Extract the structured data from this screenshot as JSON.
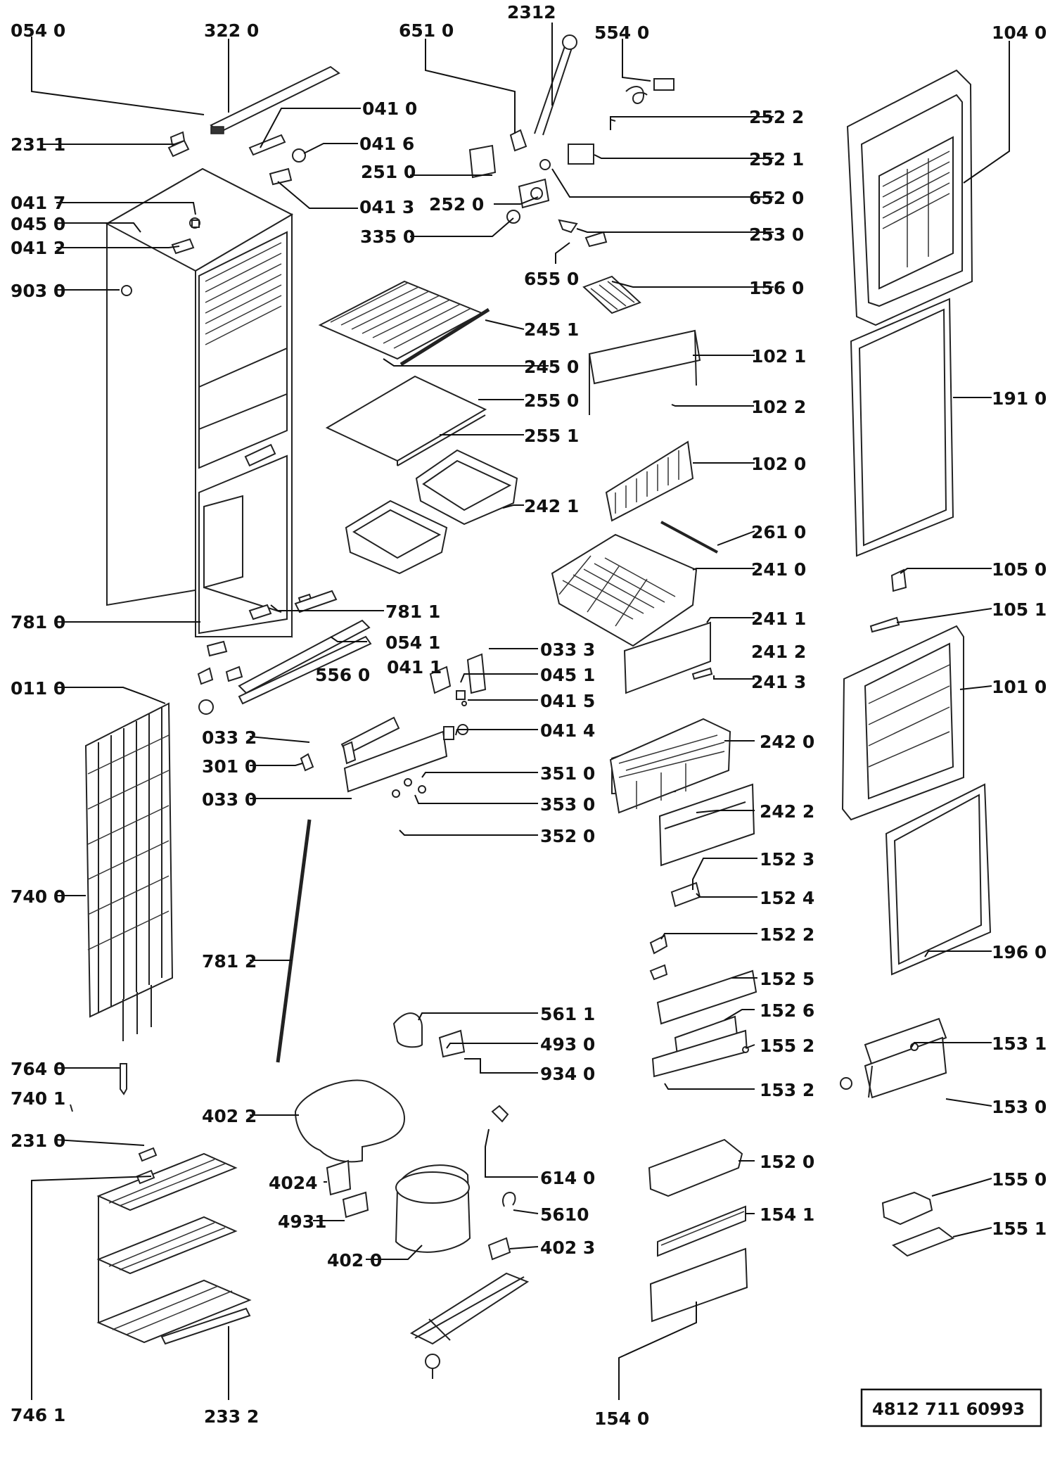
{
  "labels": {
    "l0540": "054 0",
    "l3220": "322 0",
    "l6510": "651 0",
    "l2312": "2312",
    "l5540": "554 0",
    "l1040": "104 0",
    "l0410": "041 0",
    "l2311": "231 1",
    "l0416": "041 6",
    "l2522": "252 2",
    "l2521": "252 1",
    "l2510": "251 0",
    "l0417": "041 7",
    "l0413": "041 3",
    "l2520": "252 0",
    "l6520": "652 0",
    "l0450": "045 0",
    "l0412": "041 2",
    "l3350": "335 0",
    "l2530": "253 0",
    "l9030": "903 0",
    "l6550": "655 0",
    "l1560": "156 0",
    "l2451": "245 1",
    "l2450": "245 0",
    "l1021": "102 1",
    "l2550": "255 0",
    "l1022": "102 2",
    "l1910": "191 0",
    "l2551": "255 1",
    "l1020": "102 0",
    "l2421": "242 1",
    "l2610": "261 0",
    "l2410": "241 0",
    "l1050": "105 0",
    "l7810": "781 0",
    "l7811": "781 1",
    "l2411": "241 1",
    "l1051": "105 1",
    "l0541": "054 1",
    "l0333": "033 3",
    "l2412": "241 2",
    "l5560": "556 0",
    "l0411": "041 1",
    "l0451": "045 1",
    "l2413": "241 3",
    "l0110": "011 0",
    "l1010": "101 0",
    "l0415": "041 5",
    "l0414": "041 4",
    "l0332": "033 2",
    "l2420": "242 0",
    "l3010": "301 0",
    "l3510": "351 0",
    "l0330": "033 0",
    "l3530": "353 0",
    "l2422": "242 2",
    "l3520": "352 0",
    "l1523": "152 3",
    "l7400": "740 0",
    "l1524": "152 4",
    "l1522": "152 2",
    "l7812": "781 2",
    "l1960": "196 0",
    "l1525": "152 5",
    "l5611": "561 1",
    "l1526": "152 6",
    "l4930": "493 0",
    "l1552": "155 2",
    "l1531": "153 1",
    "l7640": "764 0",
    "l9340": "934 0",
    "l7401": "740 1",
    "l1532": "153 2",
    "l4022": "402 2",
    "l1530": "153 0",
    "l2310": "231 0",
    "l1520": "152 0",
    "l6140": "614 0",
    "l1550": "155 0",
    "l4024": "4024",
    "l5610": "5610",
    "l1541": "154 1",
    "l4931": "4931",
    "l1551": "155 1",
    "l4023": "402 3",
    "l4020": "402 0",
    "l7461": "746 1",
    "l2332": "233  2",
    "l1540": "154 0"
  },
  "document_number": "4812   711   60993"
}
